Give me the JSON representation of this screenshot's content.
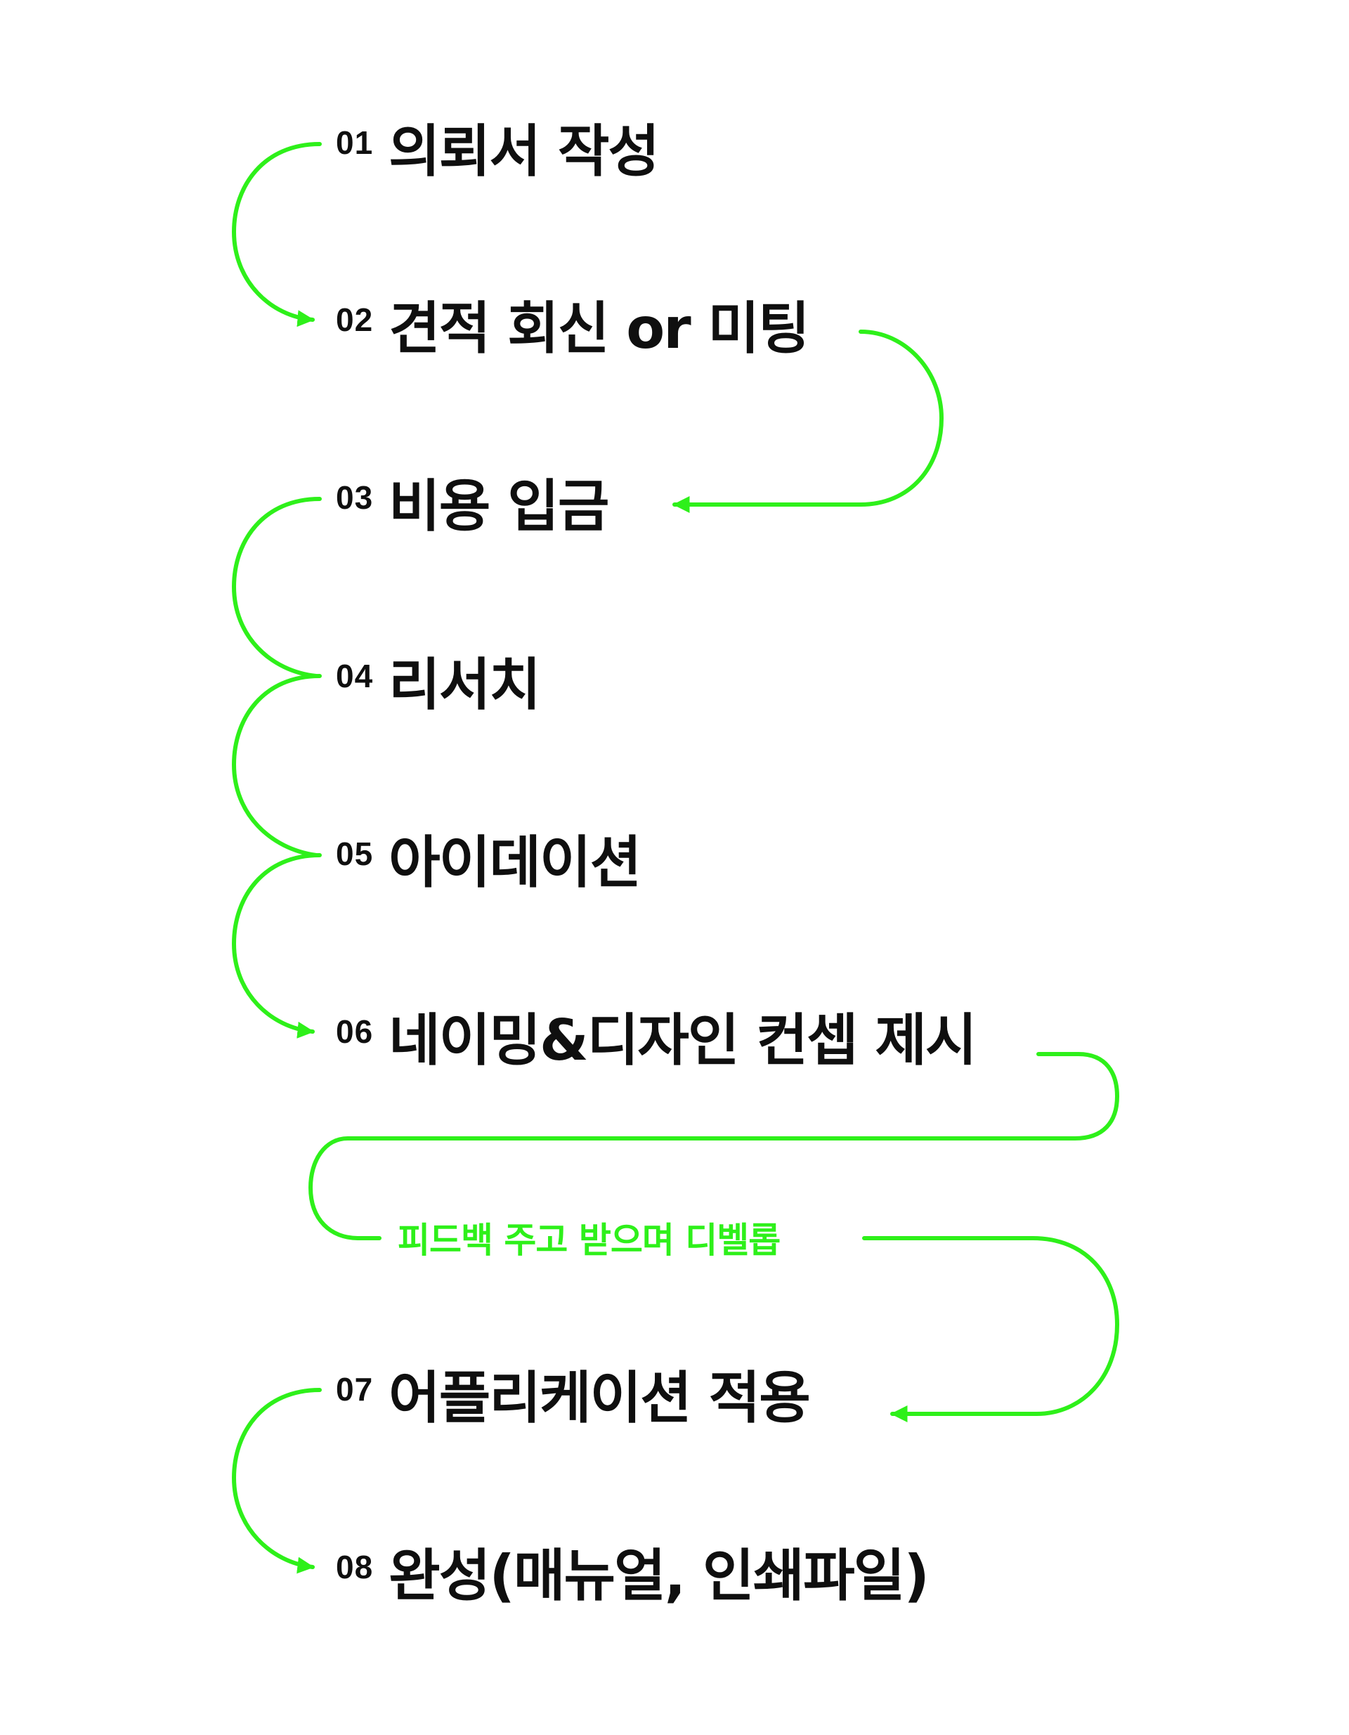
{
  "accent_color": "#2ef01a",
  "text_color": "#0f0f0f",
  "steps": [
    {
      "number": "01",
      "label": "의뢰서 작성"
    },
    {
      "number": "02",
      "label": "견적 회신 or 미팅"
    },
    {
      "number": "03",
      "label": "비용 입금"
    },
    {
      "number": "04",
      "label": "리서치"
    },
    {
      "number": "05",
      "label": "아이데이션"
    },
    {
      "number": "06",
      "label": "네이밍&디자인 컨셉 제시"
    },
    {
      "number": "07",
      "label": "어플리케이션 적용"
    },
    {
      "number": "08",
      "label": "완성(매뉴얼, 인쇄파일)"
    }
  ],
  "feedback_note": "피드백 주고 받으며 디벨롭"
}
